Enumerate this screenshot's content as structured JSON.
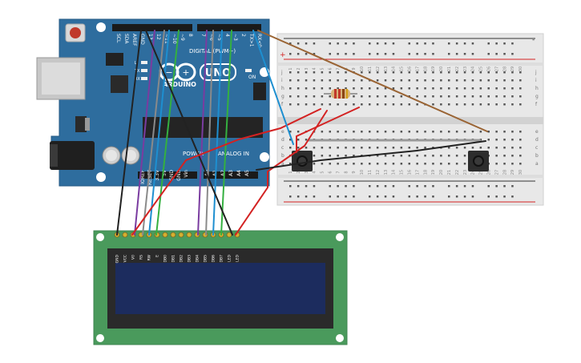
{
  "arduino": {
    "brand": "ARDUINO",
    "model": "UNO",
    "digital_label": "DIGITAL (PWM~)",
    "power_label": "POWER",
    "analog_label": "ANALOG IN",
    "on_label": "ON",
    "top_pins": [
      "SCL",
      "SDA",
      "AREF",
      "GND",
      "13",
      "12",
      "~11",
      "~10",
      "~9",
      "8",
      "7",
      "~6",
      "~5",
      "4",
      "~3",
      "2",
      "TX>1",
      "RX<0"
    ],
    "bottom_pins": [
      "IOREF",
      "RESET",
      "3.3V",
      "5V",
      "GND",
      "GND",
      "Vin",
      "A0",
      "A1",
      "A2",
      "A3",
      "A4",
      "A5"
    ],
    "side_leds": [
      "L",
      "TX",
      "RX"
    ]
  },
  "breadboard": {
    "row_letters_top": [
      "j",
      "i",
      "h",
      "g",
      "f"
    ],
    "row_letters_bottom": [
      "e",
      "d",
      "c",
      "b",
      "a"
    ],
    "column_count": 30,
    "rail_plus": "+",
    "rail_minus": "-"
  },
  "lcd": {
    "pin_labels": [
      "GND",
      "VCC",
      "V0",
      "RS",
      "RW",
      "E",
      "DB0",
      "DB1",
      "DB2",
      "DB3",
      "DB4",
      "DB5",
      "DB6",
      "DB7",
      "LED",
      "LED"
    ]
  },
  "colors": {
    "arduino_board": "#2e6d9e",
    "breadboard": "#e8e8e8",
    "lcd_pcb": "#4a9a5c",
    "lcd_screen": "#1c2c5e",
    "wire_red": "#d32222",
    "wire_black": "#222222",
    "wire_blue": "#1e8fd0",
    "wire_green": "#34b040",
    "wire_purple": "#7a3ca0",
    "wire_gray": "#8a8a8a",
    "wire_brown": "#9a6434"
  }
}
